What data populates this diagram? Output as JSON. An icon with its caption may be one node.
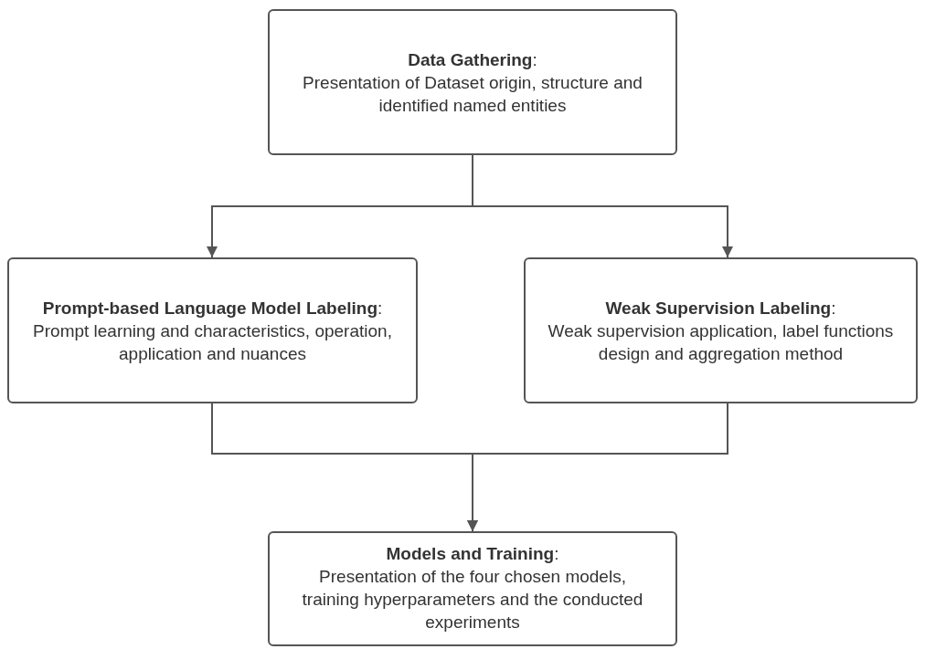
{
  "diagram": {
    "nodes": [
      {
        "text": [
          "**Data Gathering**:",
          "Presentation of Dataset origin, structure and identified named entities"
        ]
      },
      {
        "text": [
          "**Prompt-based Language Model Labeling**:",
          "Prompt learning and characteristics, operation, application and nuances"
        ]
      },
      {
        "text": [
          "**Weak Supervision Labeling**:",
          "Weak supervision application, label functions design and aggregation method"
        ]
      },
      {
        "text": [
          "**Models and Training**:",
          "Presentation of the four chosen models, training hyperparameters and the conducted experiments"
        ]
      }
    ],
    "edges": [
      {
        "from": 0,
        "to": 1,
        "arrow": "to"
      },
      {
        "from": 0,
        "to": 2,
        "arrow": "to"
      },
      {
        "from": 1,
        "to": 3,
        "arrow": "to"
      },
      {
        "from": 2,
        "to": 3,
        "arrow": "to"
      }
    ]
  }
}
